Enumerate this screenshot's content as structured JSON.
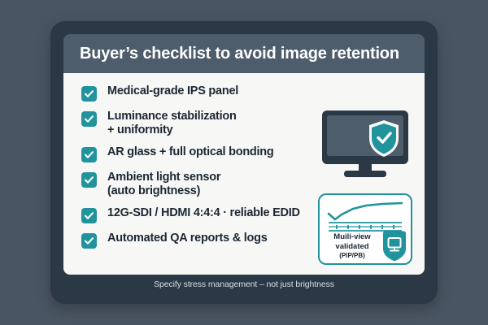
{
  "header": {
    "title": "Buyer’s checklist to avoid image retention"
  },
  "checklist": {
    "items": [
      {
        "label": "Medical-grade IPS panel",
        "icon": "check-icon"
      },
      {
        "label": "Luminance stabilization\n+ uniformity",
        "icon": "check-icon"
      },
      {
        "label": "AR glass + full optical bonding",
        "icon": "check-icon"
      },
      {
        "label": "Ambient light sensor\n(auto brightness)",
        "icon": "check-icon"
      },
      {
        "label": "12G-SDI / HDMI 4:4:4 · reliable EDID",
        "icon": "check-icon"
      },
      {
        "label": "Automated QA reports & logs",
        "icon": "check-icon"
      }
    ]
  },
  "illustration": {
    "monitor_icon": "monitor-icon",
    "shield_icon": "shield-check-icon"
  },
  "validated_card": {
    "chart_icon": "line-chart-icon",
    "title": "Muili-view\nvalidated",
    "subtitle": "(PIP/PB)",
    "badge_icon": "shield-monitor-icon"
  },
  "footer": {
    "text": "Specify stress management – not just brightness"
  },
  "colors": {
    "background": "#4a5563",
    "card": "#2b3845",
    "header_band": "#4d5d6c",
    "panel": "#f7f8f6",
    "accent": "#21939d",
    "text_dark": "#1b2733",
    "text_light": "#d8dde2"
  }
}
